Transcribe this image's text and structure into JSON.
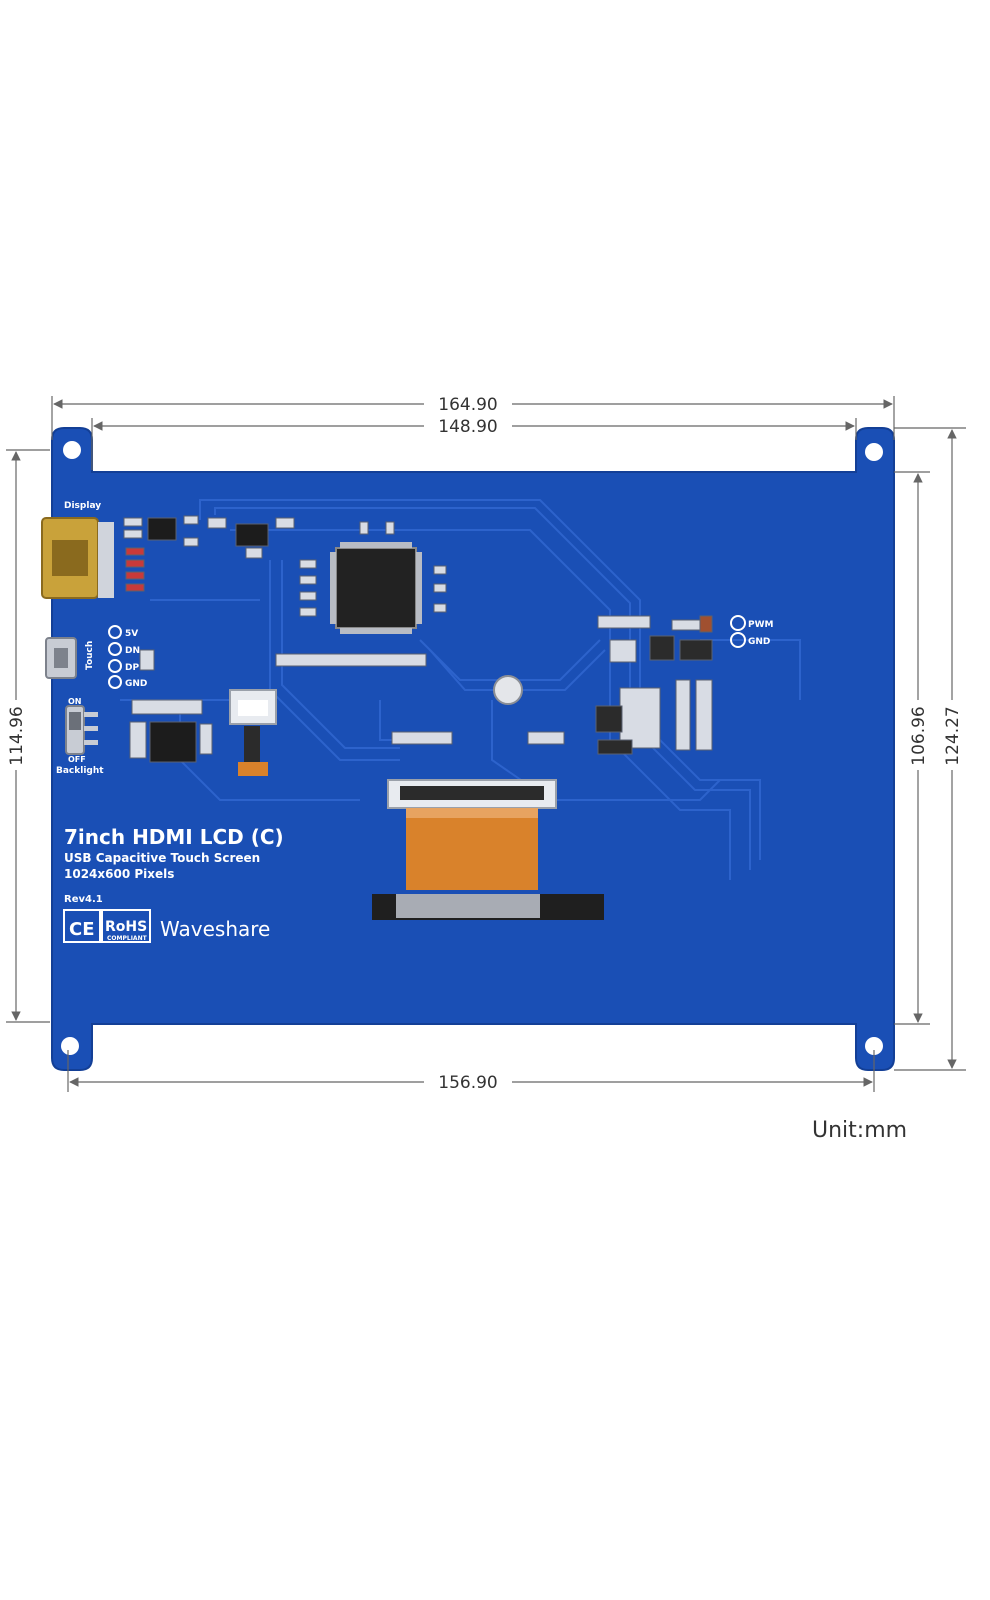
{
  "dimensions": {
    "overall_width": "164.90",
    "hole_spacing_top": "148.90",
    "hole_spacing_bottom": "156.90",
    "board_height_left": "114.96",
    "board_height_inner": "106.96",
    "overall_height": "124.27"
  },
  "unit_label": "Unit:mm",
  "board": {
    "title": "7inch HDMI LCD (C)",
    "subtitle": "USB Capacitive Touch Screen",
    "resolution": "1024x600 Pixels",
    "revision": "Rev4.1",
    "brand": "Waveshare",
    "ce_mark": "CE",
    "rohs_mark": "RoHS",
    "rohs_sub": "COMPLIANT",
    "labels": {
      "display": "Display",
      "touch": "Touch",
      "backlight": "Backlight",
      "on": "ON",
      "off": "OFF",
      "pin_5v": "5V",
      "pin_dn": "DN",
      "pin_dp": "DP",
      "pin_gnd": "GND",
      "pwm": "PWM",
      "pwm_gnd": "GND"
    }
  },
  "colors": {
    "pcb": "#1a4fb5",
    "pcb_edge": "#133f96",
    "trace": "#2a5fc6",
    "flex": "#d9822b",
    "hdmi": "#c9a23a"
  }
}
